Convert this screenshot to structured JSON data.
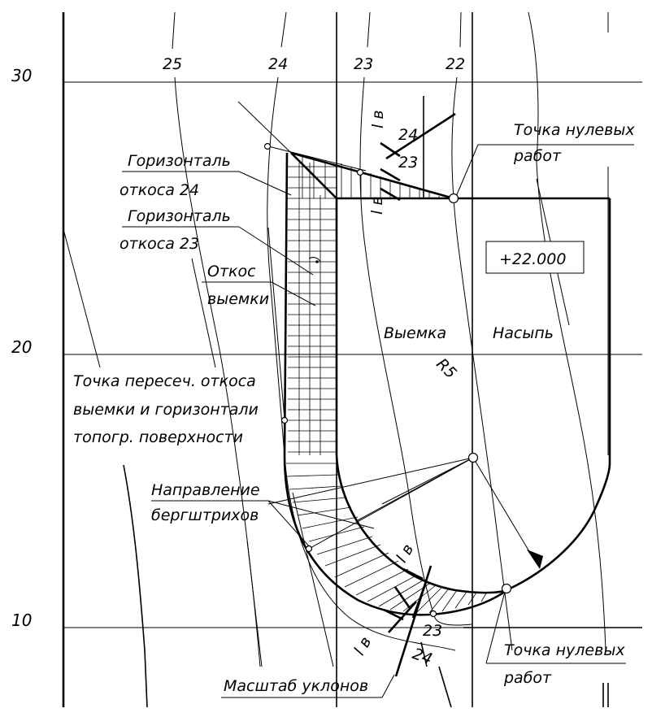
{
  "axis_labels": {
    "y30": "30",
    "y20": "20",
    "y10": "10"
  },
  "contours": {
    "c25": "25",
    "c24": "24",
    "c23": "23",
    "c22": "22"
  },
  "labels": {
    "zero_work_top_1": "Точка нулевых",
    "zero_work_top_2": "работ",
    "horizontal_24_1": "Горизонталь",
    "horizontal_24_2": "откоса 24",
    "horizontal_23_1": "Горизонталь",
    "horizontal_23_2": "откоса 23",
    "slope_1": "Откос",
    "slope_2": "выемки",
    "elevation": "+22.000",
    "cut": "Выемка",
    "fill": "Насыпь",
    "radius": "R5",
    "intersection_1": "Точка пересеч. откоса",
    "intersection_2": "выемки и горизонтали",
    "intersection_3": "топогр. поверхности",
    "direction_1": "Направление",
    "direction_2": "бергштрихов",
    "slope_scale": "Масштаб уклонов",
    "zero_work_bottom_1": "Точка нулевых",
    "zero_work_bottom_2": "работ"
  },
  "slope_marks": {
    "lb": "l в",
    "top_24": "24",
    "top_23": "23",
    "bottom_23": "23",
    "bottom_24": "24"
  }
}
